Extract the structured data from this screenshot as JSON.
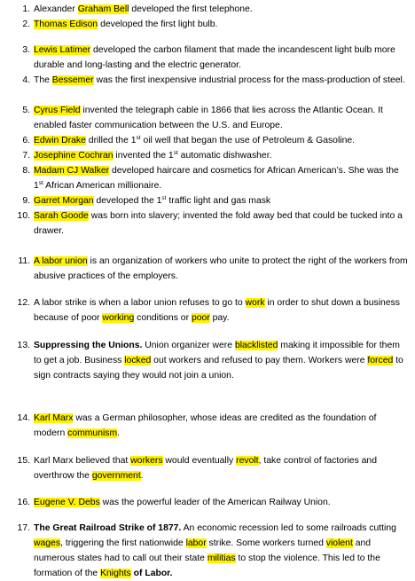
{
  "items": [
    {
      "n": "1.",
      "parts": [
        {
          "t": "Alexander "
        },
        {
          "t": "Graham Bell",
          "h": 1
        },
        {
          "t": " developed the first telephone."
        }
      ]
    },
    {
      "n": "2.",
      "parts": [
        {
          "t": "Thomas Edison",
          "h": 1
        },
        {
          "t": " developed the first light bulb."
        }
      ]
    },
    {
      "n": "3.",
      "parts": [
        {
          "t": "Lewis Latimer",
          "h": 1
        },
        {
          "t": " developed the carbon filament that made the incandescent light bulb more durable and long-lasting and the electric generator."
        }
      ]
    },
    {
      "n": "4.",
      "parts": [
        {
          "t": "The "
        },
        {
          "t": "Bessemer",
          "h": 1
        },
        {
          "t": " was the first inexpensive industrial process for the mass-production of steel."
        }
      ]
    },
    {
      "n": "5.",
      "parts": [
        {
          "t": "Cyrus Field",
          "h": 1
        },
        {
          "t": " invented the telegraph cable in 1866 that lies across the Atlantic Ocean. It enabled faster communication between the U.S. and Europe."
        }
      ]
    },
    {
      "n": "6.",
      "parts": [
        {
          "t": "Edwin Drake",
          "h": 1
        },
        {
          "t": " drilled the 1"
        },
        {
          "t": "st",
          "s": 1
        },
        {
          "t": " oil well that began the use of Petroleum & Gasoline."
        }
      ]
    },
    {
      "n": "7.",
      "parts": [
        {
          "t": "Josephine Cochran",
          "h": 1
        },
        {
          "t": " invented the 1"
        },
        {
          "t": "st",
          "s": 1
        },
        {
          "t": " automatic dishwasher."
        }
      ]
    },
    {
      "n": "8.",
      "parts": [
        {
          "t": "Madam CJ Walker",
          "h": 1
        },
        {
          "t": " developed haircare and cosmetics for African American’s. She was the 1"
        },
        {
          "t": "st",
          "s": 1
        },
        {
          "t": " African American millionaire."
        }
      ]
    },
    {
      "n": "9.",
      "parts": [
        {
          "t": "Garret Morgan",
          "h": 1
        },
        {
          "t": " developed the 1"
        },
        {
          "t": "st",
          "s": 1
        },
        {
          "t": " traffic light and gas mask"
        }
      ]
    },
    {
      "n": "10.",
      "parts": [
        {
          "t": "Sarah Goode",
          "h": 1
        },
        {
          "t": " was born into slavery; invented the fold away bed that could be tucked into a drawer."
        }
      ]
    },
    {
      "n": "11.",
      "parts": [
        {
          "t": "A labor union",
          "h": 1
        },
        {
          "t": " is an organization of workers who unite to protect the right of the workers from abusive practices of the employers."
        }
      ]
    },
    {
      "n": "12.",
      "parts": [
        {
          "t": "A labor strike is when a labor union refuses to go to "
        },
        {
          "t": "work",
          "h": 1
        },
        {
          "t": " in order to shut down a business because of poor "
        },
        {
          "t": "working",
          "h": 1
        },
        {
          "t": " conditions or "
        },
        {
          "t": "poor",
          "h": 1
        },
        {
          "t": " pay."
        }
      ]
    },
    {
      "n": "13.",
      "parts": [
        {
          "t": "Suppressing the Unions.",
          "b": 1
        },
        {
          "t": "  Union organizer were "
        },
        {
          "t": "blacklisted",
          "h": 1
        },
        {
          "t": " making it impossible for them to get a job. Business "
        },
        {
          "t": "locked",
          "h": 1
        },
        {
          "t": " out workers and refused to pay them. Workers were "
        },
        {
          "t": "forced",
          "h": 1
        },
        {
          "t": " to sign contracts saying they would not join a union."
        }
      ]
    },
    {
      "n": "14.",
      "parts": [
        {
          "t": "Karl Marx",
          "h": 1
        },
        {
          "t": " was a German philosopher, whose ideas are credited as the foundation of modern "
        },
        {
          "t": "communism",
          "h": 1
        },
        {
          "t": "."
        }
      ]
    },
    {
      "n": "15.",
      "parts": [
        {
          "t": "Karl Marx believed that "
        },
        {
          "t": "workers",
          "h": 1
        },
        {
          "t": " would eventually "
        },
        {
          "t": "revolt",
          "h": 1
        },
        {
          "t": ", take control of factories and overthrow the "
        },
        {
          "t": "government",
          "h": 1
        },
        {
          "t": "."
        }
      ]
    },
    {
      "n": "16.",
      "parts": [
        {
          "t": "Eugene V. Debs",
          "h": 1
        },
        {
          "t": " was the powerful leader of the American Railway Union."
        }
      ]
    },
    {
      "n": "17.",
      "parts": [
        {
          "t": "The Great Railroad Strike of 1877.",
          "b": 1
        },
        {
          "t": "  An economic recession led to some railroads cutting "
        },
        {
          "t": "wages",
          "h": 1
        },
        {
          "t": ", triggering the first nationwide "
        },
        {
          "t": "labor",
          "h": 1
        },
        {
          "t": " strike.  Some workers turned "
        },
        {
          "t": "violent",
          "h": 1
        },
        {
          "t": " and numerous states had to call out their state "
        },
        {
          "t": "militias",
          "h": 1
        },
        {
          "t": " to stop the violence. This led to the formation of the "
        },
        {
          "t": "Knights",
          "h": 1
        },
        {
          "t": " of Labor.",
          "b": 1
        }
      ]
    }
  ]
}
